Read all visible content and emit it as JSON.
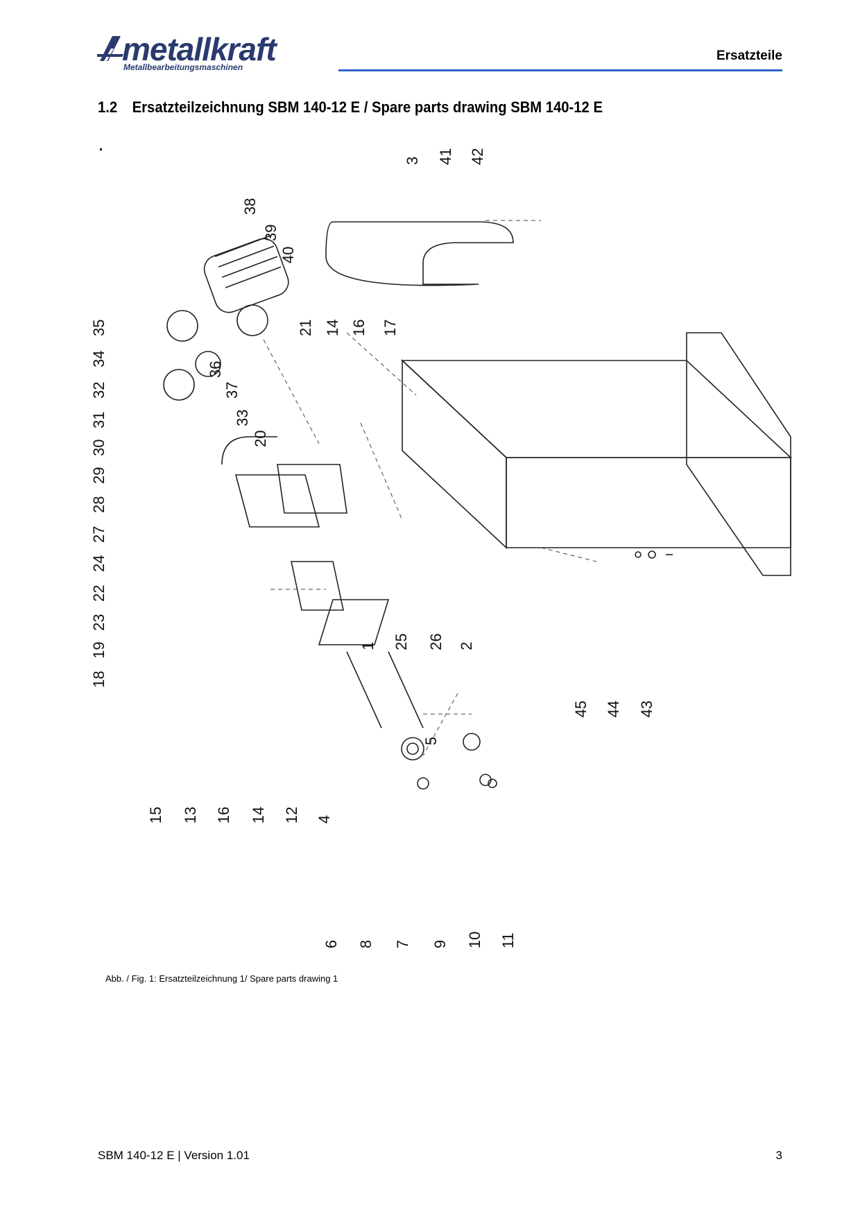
{
  "header": {
    "logo_word": "metallkraft",
    "logo_sub": "Metallbearbeitungsmaschinen",
    "section_name": "Ersatzteile"
  },
  "section": {
    "number": "1.2",
    "title": "Ersatzteilzeichnung SBM 140-12 E / Spare parts drawing SBM 140-12 E"
  },
  "drawing": {
    "part_labels": [
      "3",
      "41",
      "42",
      "38",
      "39",
      "40",
      "21",
      "14",
      "16",
      "17",
      "35",
      "34",
      "32",
      "31",
      "30",
      "29",
      "28",
      "27",
      "24",
      "22",
      "23",
      "19",
      "18",
      "33",
      "20",
      "36",
      "37",
      "1",
      "25",
      "26",
      "2",
      "45",
      "44",
      "43",
      "5",
      "15",
      "13",
      "16",
      "14",
      "12",
      "4",
      "6",
      "8",
      "7",
      "9",
      "10",
      "11"
    ]
  },
  "caption": "Abb. / Fig. 1: Ersatzteilzeichnung 1/ Spare parts drawing 1",
  "footer": {
    "left": "SBM 140-12 E | Version 1.01",
    "page": "3"
  },
  "colors": {
    "brand": "#2a3a6e",
    "rule": "#2e64c8"
  }
}
